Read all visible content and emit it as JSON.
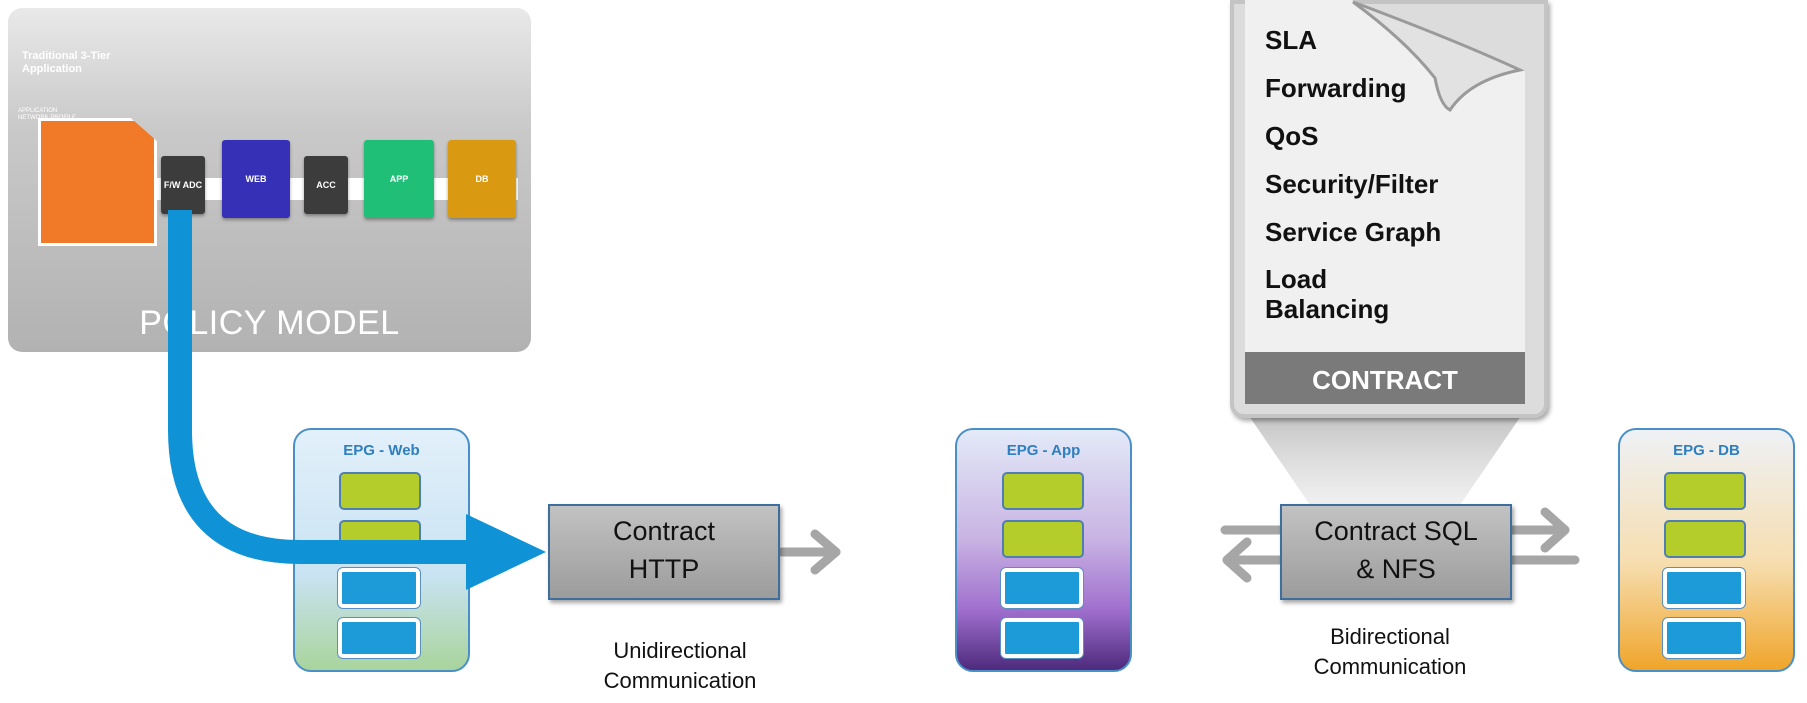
{
  "policy_model": {
    "label": "POLICY MODEL",
    "app_card_title": "Traditional 3-Tier Application",
    "app_card_subtitle": "APPLICATION NETWORK PROFILE",
    "tiers": [
      "F/W ADC",
      "WEB",
      "ACC",
      "APP",
      "DB"
    ]
  },
  "epgs": {
    "web": {
      "title": "EPG - Web"
    },
    "app": {
      "title": "EPG - App"
    },
    "db": {
      "title": "EPG - DB"
    }
  },
  "contracts": {
    "http": {
      "label_line1": "Contract",
      "label_line2": "HTTP"
    },
    "sql_nfs": {
      "label_line1": "Contract SQL",
      "label_line2": "& NFS"
    }
  },
  "captions": {
    "unidirectional": {
      "line1": "Unidirectional",
      "line2": "Communication"
    },
    "bidirectional": {
      "line1": "Bidirectional",
      "line2": "Communication"
    }
  },
  "contract_document": {
    "items": [
      "SLA",
      "Forwarding",
      "QoS",
      "Security/Filter",
      "Service Graph",
      "Load",
      "Balancing"
    ],
    "footer": "CONTRACT"
  },
  "colors": {
    "flow_arrow": "#0f93d6",
    "grey_arrow": "#a6a6a6",
    "epg_green": "#b5cd2a",
    "epg_blue": "#1d9bd8",
    "app_card": "#f07a28"
  }
}
